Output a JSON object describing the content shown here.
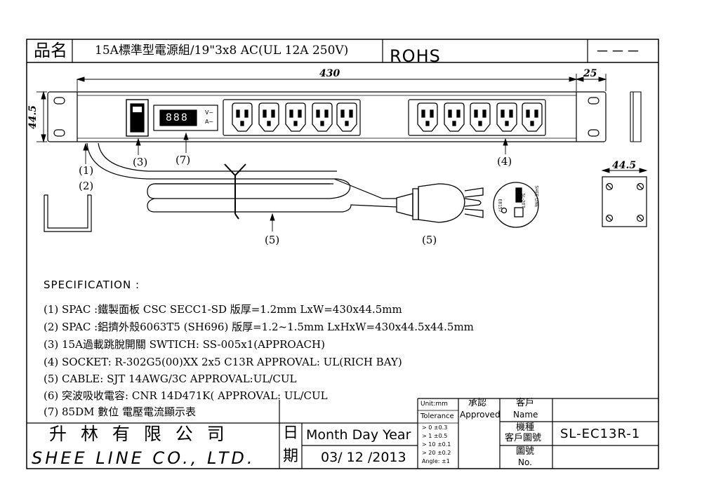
{
  "title_block": {
    "product_label": "品名",
    "product_name": "15A標準型電源組/19\"3x8 AC(UL 12A 250V)",
    "rohs": "ROHS",
    "dashes": "－－－"
  },
  "dimensions": {
    "width": "430",
    "ear": "25",
    "height": "44.5",
    "side_width": "44.5"
  },
  "callouts": [
    "(1)",
    "(2)",
    "(3)",
    "(7)",
    "(4)",
    "(5)",
    "(5)"
  ],
  "meter": {
    "display": "888",
    "v": "V~",
    "a": "A~"
  },
  "plug_label": {
    "line1": "SHEE LINE",
    "line2": "SL-207",
    "side": "E8157"
  },
  "spec": {
    "heading": "SPECIFICATION :",
    "items": [
      "(1)  SPAC :鐵製面板 CSC SECC1-SD 版厚=1.2mm LxW=430x44.5mm",
      "(2)  SPAC :鋁擠外殼6063T5 (SH696) 版厚=1.2~1.5mm LxHxW=430x44.5x44.5mm",
      "(3) 15A過載跳脫開關 SWTICH: SS-005x1(APPROACH)",
      "(4) SOCKET: R-302G5(00)XX 2x5 C13R   APPROVAL: UL(RICH BAY)",
      "(5) CABLE: SJT 14AWG/3C   APPROVAL:UL/CUL",
      "(6) 突波吸收電容:   CNR 14D471K(   APPROVAL: UL/CUL",
      "(7) 85DM 數位 電壓電流顯示表"
    ]
  },
  "footer": {
    "company_cn": "升 林 有 限 公 司",
    "company_en": "SHEE LINE CO., LTD.",
    "date_char1": "日",
    "date_char2": "期",
    "date_label": "Month Day Year",
    "date_value": "03/ 12 /2013",
    "unit": "Unit:mm",
    "tolerance": "Tolerance",
    "tol_lines": [
      "> 0  ±0.3",
      "> 1  ±0.5",
      "> 10  ±0.1",
      "> 20  ±0.2",
      "Angle: ±1"
    ],
    "approve_cn": "承認",
    "approve_en": "Approved",
    "customer_cn": "客戶",
    "customer_en": "Name",
    "model_cn1": "機種",
    "model_cn2": "客戶圖號",
    "model_no": "SL-EC13R-1",
    "drawing_cn": "圖號",
    "drawing_en": "No."
  }
}
